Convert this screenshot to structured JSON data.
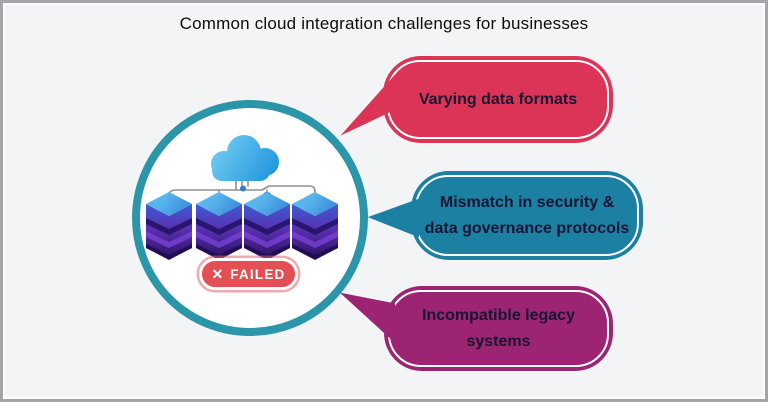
{
  "title": "Common cloud integration challenges for businesses",
  "center_graphic": {
    "description": "cloud connected to four servers inside teal ring",
    "icons": [
      "cloud-icon",
      "server-stack-icon",
      "network-lines"
    ],
    "failed_badge": {
      "icon_glyph": "✕",
      "label": "FAILED"
    }
  },
  "challenges": [
    {
      "lines": [
        "Varying data formats",
        ""
      ],
      "color": "#dc3456"
    },
    {
      "lines": [
        "Mismatch in security &",
        "data governance protocols"
      ],
      "color": "#1c80a2"
    },
    {
      "lines": [
        "Incompatible legacy",
        "systems"
      ],
      "color": "#9d2472"
    }
  ],
  "colors": {
    "ring": "#2b95a9",
    "badge": "#e34f55",
    "background": "#f2f4f5",
    "frame_border": "#a2a6a8"
  }
}
